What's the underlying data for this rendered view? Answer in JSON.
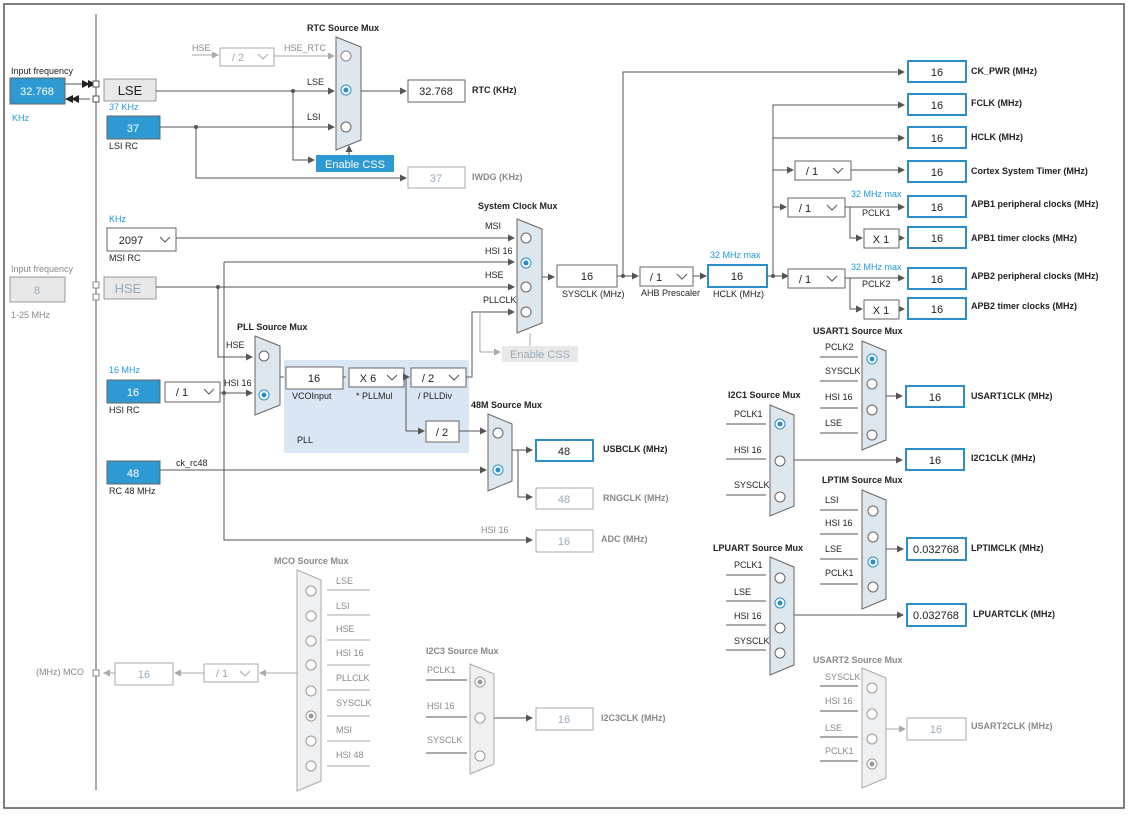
{
  "input_freq": {
    "label": "Input frequency",
    "value": "32.768",
    "unit": "KHz"
  },
  "input_freq2": {
    "label": "Input frequency",
    "value": "8",
    "range": "1-25 MHz"
  },
  "lse": "LSE",
  "hse": "HSE",
  "lsi": {
    "value": "37",
    "unit": "37 KHz",
    "label": "LSI RC"
  },
  "msi": {
    "unit": "KHz",
    "value": "2097",
    "label": "MSI RC"
  },
  "hsi": {
    "unit": "16 MHz",
    "value": "16",
    "label": "HSI RC"
  },
  "hsi_div": "/ 1",
  "rc48": {
    "value": "48",
    "label": "RC 48 MHz",
    "signal": "ck_rc48"
  },
  "rtc_mux": {
    "title": "RTC Source Mux",
    "hse": "HSE",
    "hse_div": "/ 2",
    "hse_rtc": "HSE_RTC",
    "lse": "LSE",
    "lsi": "LSI",
    "out_value": "32.768",
    "out_label": "RTC (KHz)",
    "enable_css": "Enable CSS"
  },
  "iwdg": {
    "value": "37",
    "label": "IWDG (KHz)"
  },
  "sys_mux": {
    "title": "System Clock Mux",
    "inputs": [
      "MSI",
      "HSI 16",
      "HSE",
      "PLLCLK"
    ],
    "enable_css": "Enable CSS"
  },
  "sysclk": {
    "value": "16",
    "label": "SYSCLK (MHz)"
  },
  "ahb": {
    "div": "/ 1",
    "label": "AHB Prescaler"
  },
  "hclk": {
    "max": "32 MHz max",
    "value": "16",
    "label": "HCLK (MHz)"
  },
  "outputs": {
    "ck_pwr": {
      "value": "16",
      "label": "CK_PWR (MHz)"
    },
    "fclk": {
      "value": "16",
      "label": "FCLK (MHz)"
    },
    "hclk": {
      "value": "16",
      "label": "HCLK (MHz)"
    },
    "cortex": {
      "div": "/ 1",
      "value": "16",
      "label": "Cortex System Timer (MHz)"
    },
    "apb1": {
      "max": "32 MHz max",
      "div": "/ 1",
      "sig": "PCLK1",
      "value": "16",
      "label": "APB1 peripheral clocks (MHz)"
    },
    "apb1t": {
      "mul": "X 1",
      "value": "16",
      "label": "APB1 timer clocks (MHz)"
    },
    "apb2": {
      "max": "32 MHz max",
      "div": "/ 1",
      "sig": "PCLK2",
      "value": "16",
      "label": "APB2 peripheral clocks (MHz)"
    },
    "apb2t": {
      "mul": "X 1",
      "value": "16",
      "label": "APB2 timer clocks (MHz)"
    }
  },
  "pll": {
    "title": "PLL Source Mux",
    "hse": "HSE",
    "hsi": "HSI 16",
    "vco_value": "16",
    "vco_label": "VCOInput",
    "mul": "X 6",
    "mul_label": "* PLLMul",
    "div": "/ 2",
    "div_label": "/ PLLDiv",
    "name": "PLL"
  },
  "m48": {
    "title": "48M Source Mux",
    "div": "/ 2",
    "usb_value": "48",
    "usb_label": "USBCLK (MHz)",
    "rng_value": "48",
    "rng_label": "RNGCLK (MHz)"
  },
  "adc": {
    "sig": "HSI 16",
    "value": "16",
    "label": "ADC (MHz)"
  },
  "mco": {
    "title": "MCO Source Mux",
    "inputs": [
      "LSE",
      "LSI",
      "HSE",
      "HSI 16",
      "PLLCLK",
      "SYSCLK",
      "MSI",
      "HSI 48"
    ],
    "div": "/ 1",
    "value": "16",
    "label": "(MHz) MCO"
  },
  "i2c3": {
    "title": "I2C3 Source Mux",
    "inputs": [
      "PCLK1",
      "HSI 16",
      "SYSCLK"
    ],
    "value": "16",
    "label": "I2C3CLK (MHz)"
  },
  "usart1": {
    "title": "USART1 Source Mux",
    "inputs": [
      "PCLK2",
      "SYSCLK",
      "HSI 16",
      "LSE"
    ],
    "value": "16",
    "label": "USART1CLK (MHz)"
  },
  "i2c1": {
    "title": "I2C1 Source Mux",
    "inputs": [
      "PCLK1",
      "HSI 16",
      "SYSCLK"
    ],
    "value": "16",
    "label": "I2C1CLK (MHz)"
  },
  "lptim": {
    "title": "LPTIM Source Mux",
    "inputs": [
      "LSI",
      "HSI 16",
      "LSE",
      "PCLK1"
    ],
    "value": "0.032768",
    "label": "LPTIMCLK (MHz)"
  },
  "lpuart": {
    "title": "LPUART Source Mux",
    "inputs": [
      "PCLK1",
      "LSE",
      "HSI 16",
      "SYSCLK"
    ],
    "value": "0.032768",
    "label": "LPUARTCLK (MHz)"
  },
  "usart2": {
    "title": "USART2 Source Mux",
    "inputs": [
      "SYSCLK",
      "HSI 16",
      "LSE",
      "PCLK1"
    ],
    "value": "16",
    "label": "USART2CLK (MHz)"
  }
}
